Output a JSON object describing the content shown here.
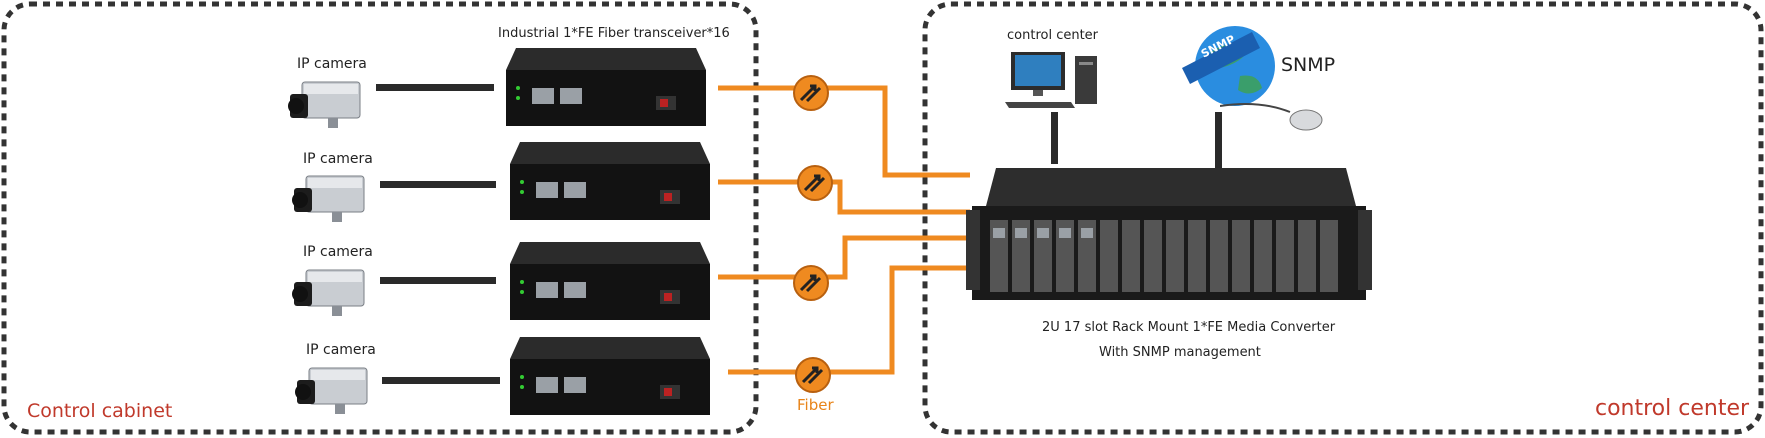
{
  "left_zone": {
    "label": "Control cabinet"
  },
  "right_zone": {
    "label": "control center"
  },
  "transceiver": {
    "label": "Industrial 1*FE Fiber transceiver*16"
  },
  "cameras": [
    {
      "label": "IP camera"
    },
    {
      "label": "IP camera"
    },
    {
      "label": "IP camera"
    },
    {
      "label": "IP camera"
    }
  ],
  "fiber": {
    "label": "Fiber"
  },
  "control_center_pc": {
    "label": "control center"
  },
  "snmp": {
    "label": "SNMP",
    "globe_text": "SNMP"
  },
  "rack": {
    "line1": "2U 17 slot Rack Mount  1*FE Media Converter",
    "line2": "With SNMP management"
  },
  "colors": {
    "fiber": "#ef8a20",
    "zone_label": "#c0392b",
    "border": "#333333"
  }
}
